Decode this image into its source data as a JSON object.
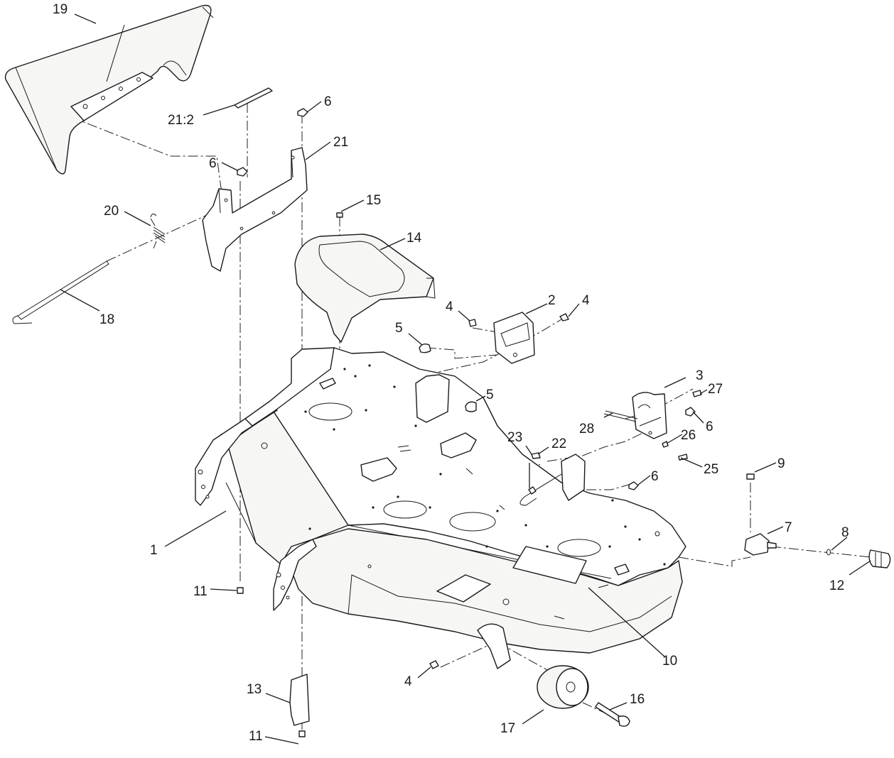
{
  "callouts": {
    "c1": "1",
    "c2": "2",
    "c3": "3",
    "c4a": "4",
    "c4b": "4",
    "c4c": "4",
    "c5a": "5",
    "c5b": "5",
    "c6a": "6",
    "c6b": "6",
    "c6c": "6",
    "c6d": "6",
    "c7": "7",
    "c8": "8",
    "c9": "9",
    "c10": "10",
    "c11a": "11",
    "c11b": "11",
    "c12": "12",
    "c13": "13",
    "c14": "14",
    "c15": "15",
    "c16": "16",
    "c17": "17",
    "c18": "18",
    "c19": "19",
    "c20": "20",
    "c21": "21",
    "c21_2": "21:2",
    "c22": "22",
    "c23": "23",
    "c25": "25",
    "c26": "26",
    "c27": "27",
    "c28": "28"
  }
}
